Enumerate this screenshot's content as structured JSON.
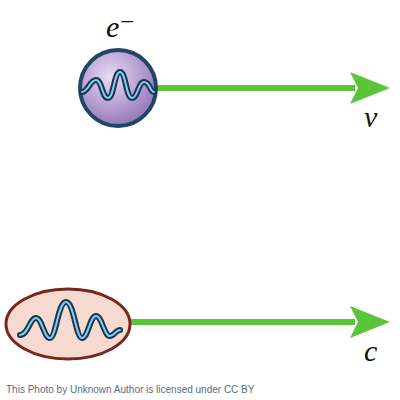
{
  "diagram": {
    "caption": "This Photo by Unknown Author is licensed under CC BY",
    "labels": [
      "e⁻",
      "v",
      "c"
    ]
  }
}
